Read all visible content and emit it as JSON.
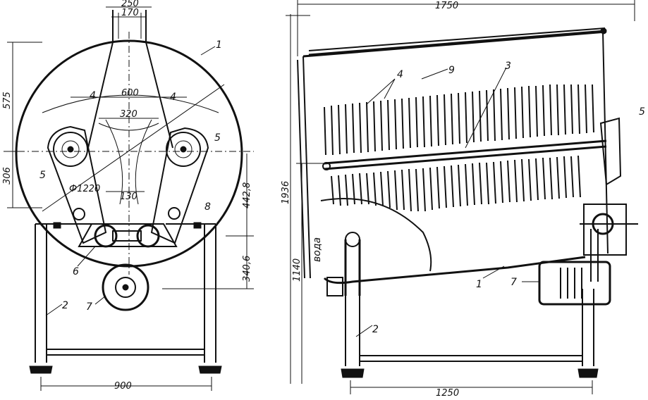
{
  "front_view": {
    "dims": {
      "top_outer": "250",
      "top_inner": "170",
      "left_upper": "575",
      "left_lower": "306",
      "inner_width": "600",
      "inner_lower": "320",
      "diameter": "Ф1220",
      "bottom_gap": "130",
      "right_upper": "442,8",
      "right_lower": "340,6",
      "base_width": "900"
    },
    "labels": {
      "drum": "1",
      "leg": "2",
      "blades_left": "4",
      "blades_right": "4",
      "pulley_left": "5",
      "pulley_right": "5",
      "gear": "6",
      "motor": "7",
      "bolt": "8"
    }
  },
  "side_view": {
    "dims": {
      "total_length": "1750",
      "total_height": "1936",
      "axis_height": "1140",
      "base_length": "1250"
    },
    "labels": {
      "cover": "9",
      "shaft": "3",
      "blades": "4",
      "bearing": "5",
      "drum": "1",
      "motor": "7",
      "leg": "2",
      "water": "вода"
    }
  }
}
